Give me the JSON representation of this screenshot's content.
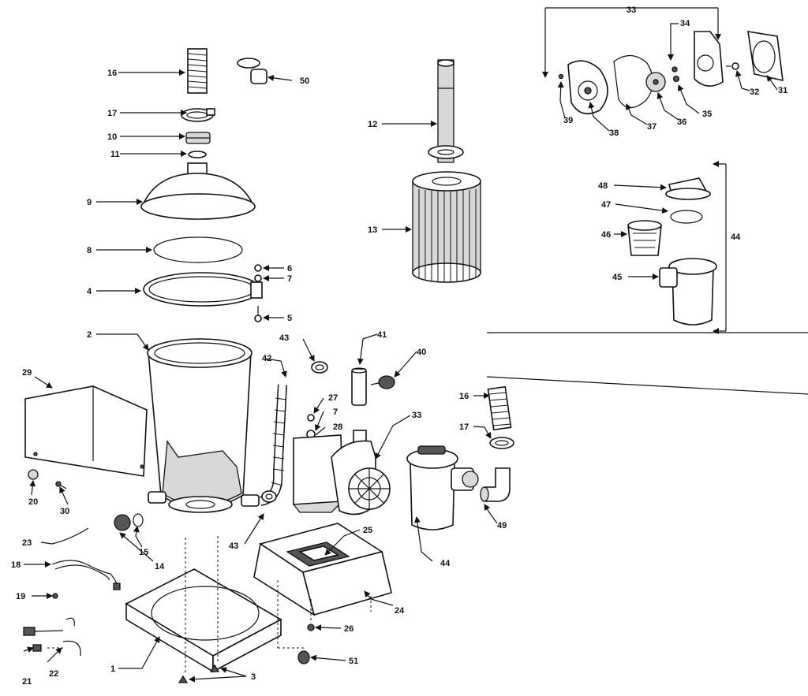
{
  "labels": {
    "p1": "1",
    "p2": "2",
    "p3": "3",
    "p4": "4",
    "p5": "5",
    "p6": "6",
    "p7": "7",
    "p7b": "7",
    "p8": "8",
    "p9": "9",
    "p10": "10",
    "p11": "11",
    "p12": "12",
    "p13": "13",
    "p14": "14",
    "p15": "15",
    "p16": "16",
    "p16b": "16",
    "p17": "17",
    "p17b": "17",
    "p18": "18",
    "p19": "19",
    "p20": "20",
    "p21": "21",
    "p22": "22",
    "p23": "23",
    "p24": "24",
    "p25": "25",
    "p26": "26",
    "p27": "27",
    "p28": "28",
    "p29": "29",
    "p30": "30",
    "p31": "31",
    "p32": "32",
    "p33": "33",
    "p33b": "33",
    "p34": "34",
    "p35": "35",
    "p36": "36",
    "p37": "37",
    "p38": "38",
    "p39": "39",
    "p40": "40",
    "p41": "41",
    "p42": "42",
    "p43": "43",
    "p43b": "43",
    "p44": "44",
    "p44b": "44",
    "p45": "45",
    "p46": "46",
    "p47": "47",
    "p48": "48",
    "p49": "49",
    "p50": "50",
    "p51": "51"
  }
}
